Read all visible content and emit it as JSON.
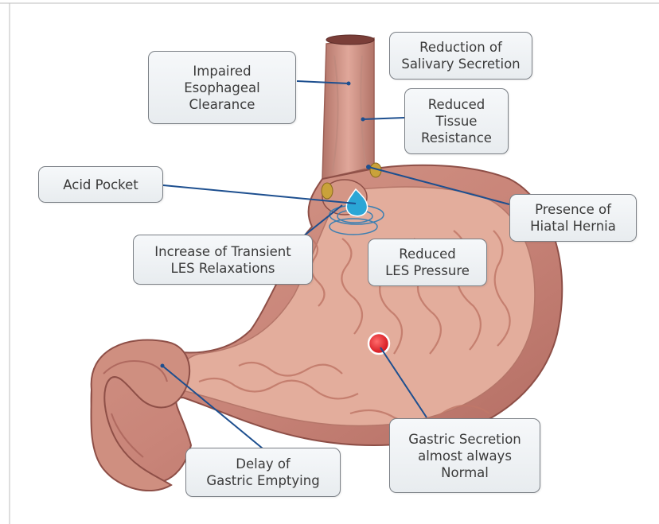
{
  "labels": {
    "impaired_clearance": "Impaired\nEsophageal\nClearance",
    "salivary": "Reduction of\nSalivary Secretion",
    "tissue_resistance": "Reduced\nTissue\nResistance",
    "acid_pocket": "Acid Pocket",
    "hiatal_hernia": "Presence of\nHiatal Hernia",
    "transient_les": "Increase of Transient\nLES Relaxations",
    "les_pressure": "Reduced\nLES Pressure",
    "gastric_secretion": "Gastric Secretion\nalmost always\nNormal",
    "gastric_emptying": "Delay of\nGastric Emptying"
  },
  "colors": {
    "stomach_outer": "#c98579",
    "stomach_inner": "#e2aa98",
    "leader_line": "#1d4f8f",
    "acid_blue": "#2aa6d6",
    "red_marker": "#e1262d"
  }
}
